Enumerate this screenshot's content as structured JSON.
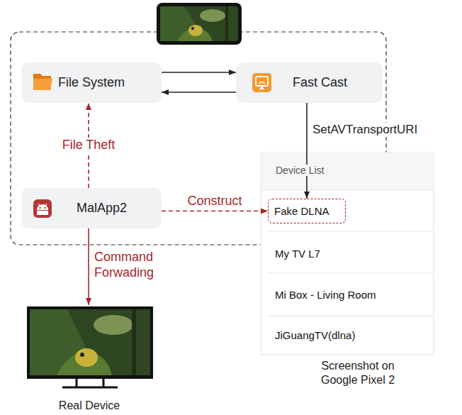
{
  "diagram": {
    "nodes": [
      {
        "text": [
          "File System"
        ]
      },
      {
        "text": [
          "Fast Cast"
        ]
      },
      {
        "text": [
          "Device List"
        ]
      },
      {
        "text": [
          "Fake DLNA"
        ],
        "in": 2
      },
      {
        "text": [
          "My TV L7"
        ],
        "in": 2
      },
      {
        "text": [
          "Mi Box - Living Room"
        ],
        "in": 2
      },
      {
        "text": [
          "JiGuangTV(dlna)"
        ],
        "in": 2
      },
      {
        "text": [
          "MalApp2"
        ]
      },
      {
        "text": [
          "Real Device"
        ]
      }
    ],
    "edges": [
      {
        "from": 0,
        "to": 1,
        "arrow": "to"
      },
      {
        "from": 1,
        "to": 0,
        "arrow": "to"
      },
      {
        "from": 1,
        "to": 3,
        "label": "SetAVTransportURI",
        "arrow": "to"
      },
      {
        "from": 7,
        "to": 0,
        "label": "File Theft",
        "arrow": "to"
      },
      {
        "from": 7,
        "to": 3,
        "label": "Construct",
        "arrow": "to"
      },
      {
        "from": 7,
        "to": 8,
        "label": "Command Forwading",
        "arrow": "to"
      }
    ],
    "labels": [
      "Screenshot on Google Pixel 2"
    ]
  }
}
